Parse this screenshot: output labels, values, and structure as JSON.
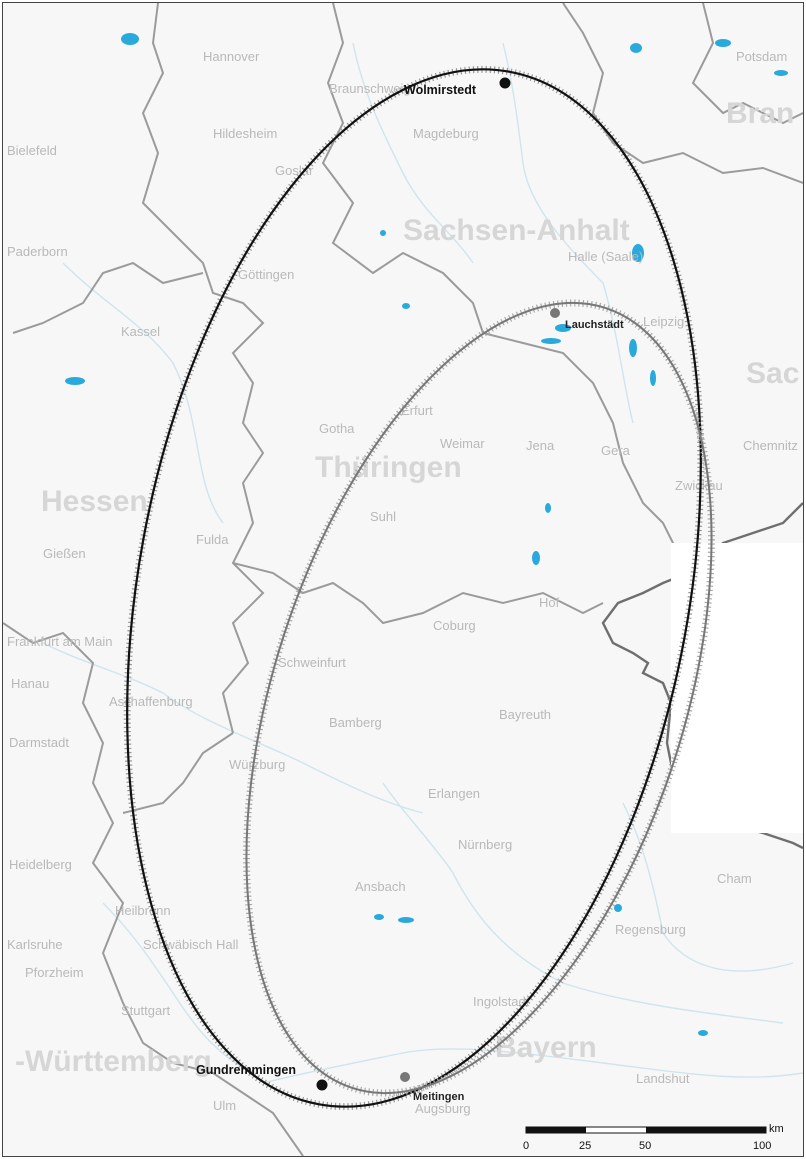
{
  "map": {
    "regions": [
      {
        "name": "Sachsen-Anhalt",
        "text": "Sachsen-Anhalt"
      },
      {
        "name": "Thüringen",
        "text": "Thüringen"
      },
      {
        "name": "Hessen",
        "text": "Hessen"
      },
      {
        "name": "Bayern",
        "text": "Bayern"
      },
      {
        "name": "Baden-Württemberg",
        "text": "-Württemberg"
      },
      {
        "name": "Brandenburg",
        "text": "Bran"
      },
      {
        "name": "Sachsen",
        "text": "Sac"
      }
    ],
    "cities": [
      "Hannover",
      "Potsdam",
      "Braunschweig",
      "Magdeburg",
      "Hildesheim",
      "Goslar",
      "Kassel",
      "Göttingen",
      "Halle (Saale)",
      "Leipzig",
      "Erfurt",
      "Gotha",
      "Weimar",
      "Jena",
      "Gera",
      "Zwickau",
      "Chemnitz",
      "Suhl",
      "Fulda",
      "Gießen",
      "Frankfurt am Main",
      "Hanau",
      "Aschaffenburg",
      "Darmstadt",
      "Coburg",
      "Hof",
      "Schweinfurt",
      "Bamberg",
      "Bayreuth",
      "Würzburg",
      "Erlangen",
      "Nürnberg",
      "Ansbach",
      "Heilbronn",
      "Schwäbisch Hall",
      "Pforzheim",
      "Stuttgart",
      "Karlsruhe",
      "Heidelberg",
      "Regensburg",
      "Landshut",
      "Ulm",
      "Augsburg",
      "Ingolstadt",
      "Cham",
      "Paderborn",
      "Bielefeld"
    ],
    "sites": {
      "wolmirstedt": "Wolmirstedt",
      "lauchstaedt": "Lauchstädt",
      "gundremmingen": "Gundremmingen",
      "meitingen": "Meitingen"
    },
    "scale": {
      "unit": "km",
      "ticks": [
        "0",
        "25",
        "50",
        "100"
      ],
      "values": [
        0,
        25,
        50,
        100
      ]
    },
    "colors": {
      "water": "#29a9dc",
      "state_border": "#9b9b9b",
      "national_border": "#6f6f6f",
      "outer_corridor": "#111111",
      "inner_corridor": "#777777"
    }
  }
}
